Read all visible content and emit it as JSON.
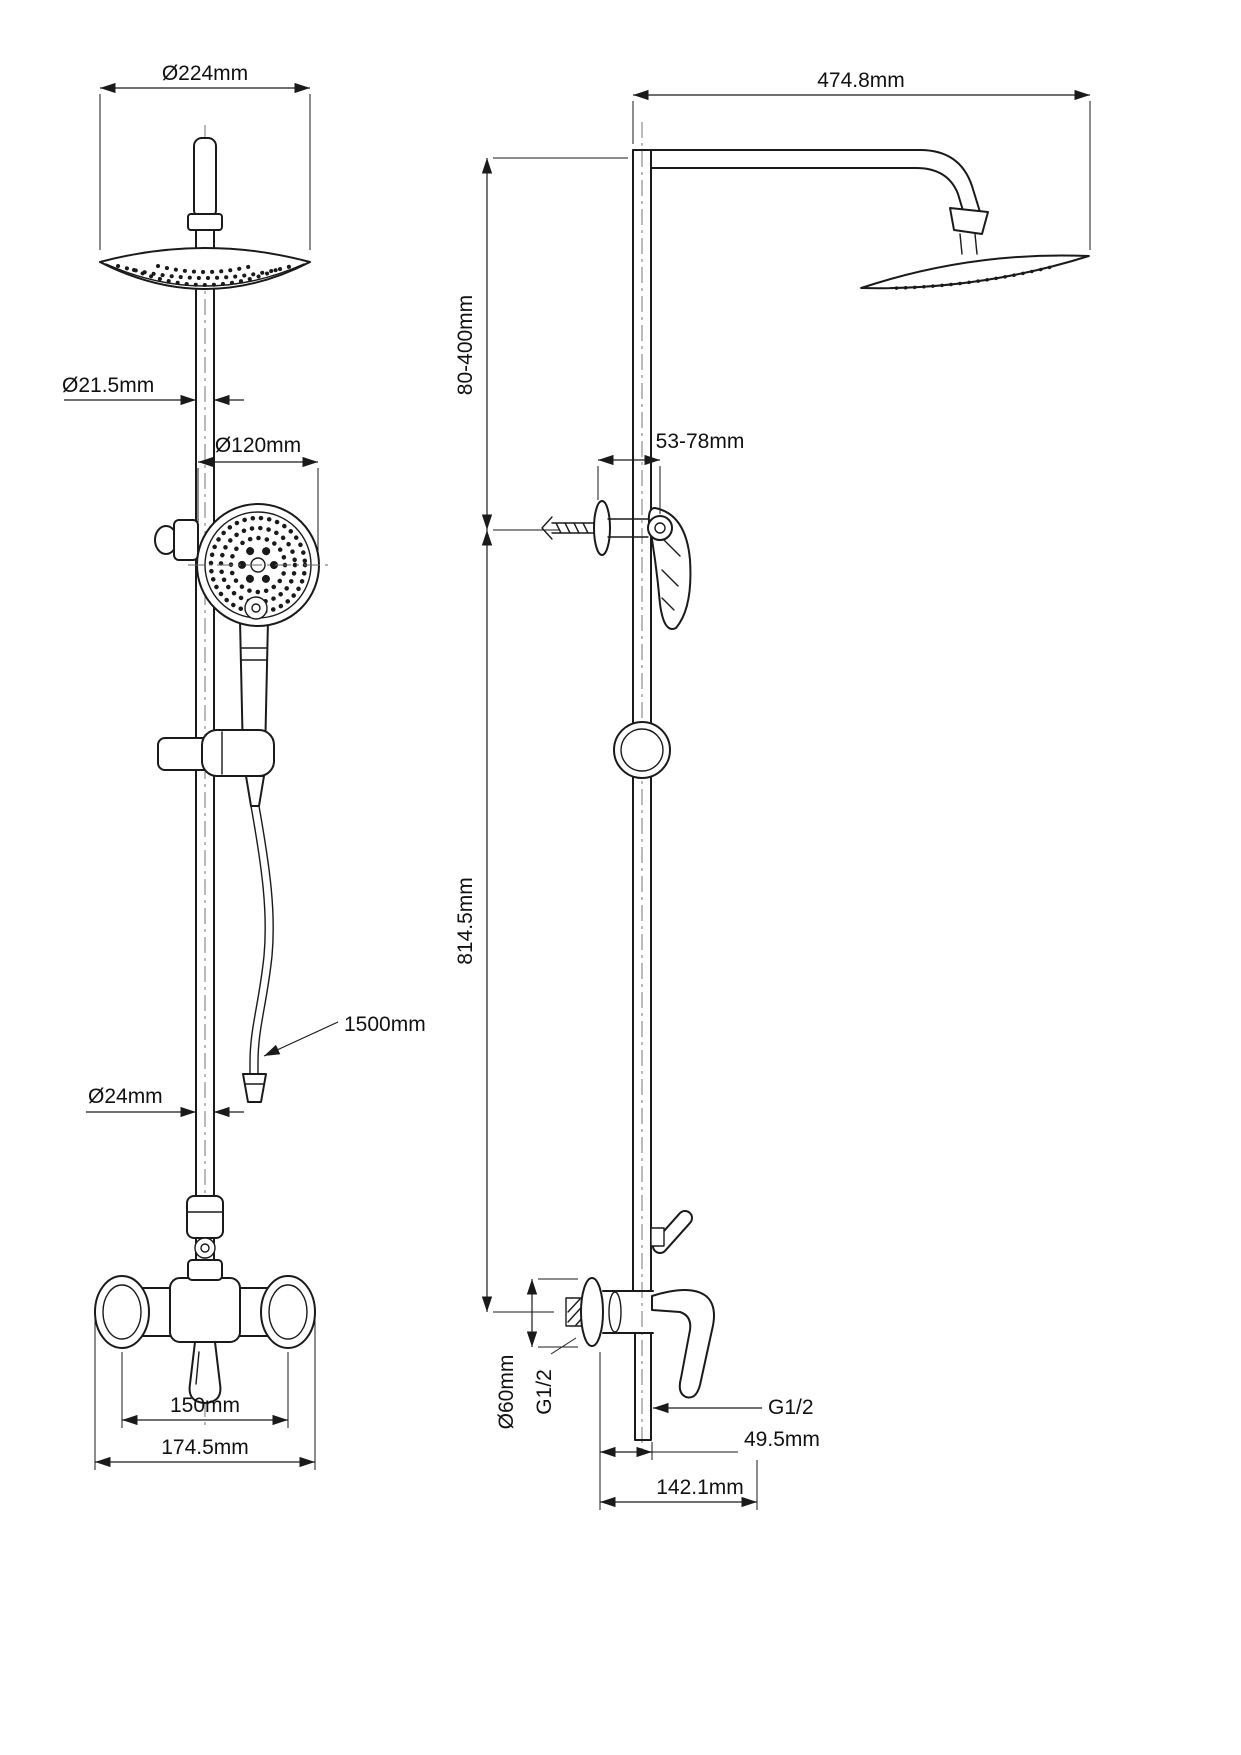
{
  "drawing": {
    "front_view": {
      "head_diameter": "Ø224mm",
      "riser_diameter": "Ø21.5mm",
      "handshower_diameter": "Ø120mm",
      "hose_length": "1500mm",
      "lower_pipe_diameter": "Ø24mm",
      "valve_centers": "150mm",
      "mixer_width": "174.5mm"
    },
    "side_view": {
      "arm_reach": "474.8mm",
      "height_range": "80-400mm",
      "bracket_range": "53-78mm",
      "column_height": "814.5mm",
      "escutcheon_diameter": "Ø60mm",
      "inlet_thread": "G1/2",
      "outlet_thread": "G1/2",
      "outlet_offset": "49.5mm",
      "body_depth": "142.1mm"
    }
  }
}
